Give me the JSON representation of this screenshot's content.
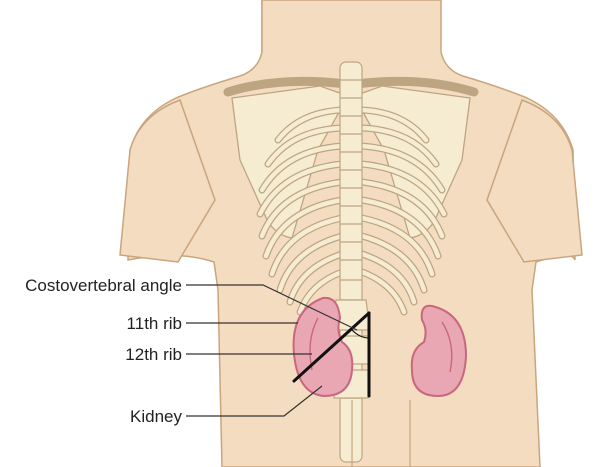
{
  "labels": {
    "costovertebral_angle": "Costovertebral angle",
    "rib_11": "11th rib",
    "rib_12": "12th rib",
    "kidney": "Kidney"
  },
  "colors": {
    "skin": "#f4dcc0",
    "skin_outline": "#c9a57e",
    "bone": "#f6ecd2",
    "bone_outline": "#bda582",
    "kidney": "#e9a6b3",
    "kidney_dark": "#c9677e",
    "angle_lines": "#111111",
    "leader": "#333333"
  }
}
